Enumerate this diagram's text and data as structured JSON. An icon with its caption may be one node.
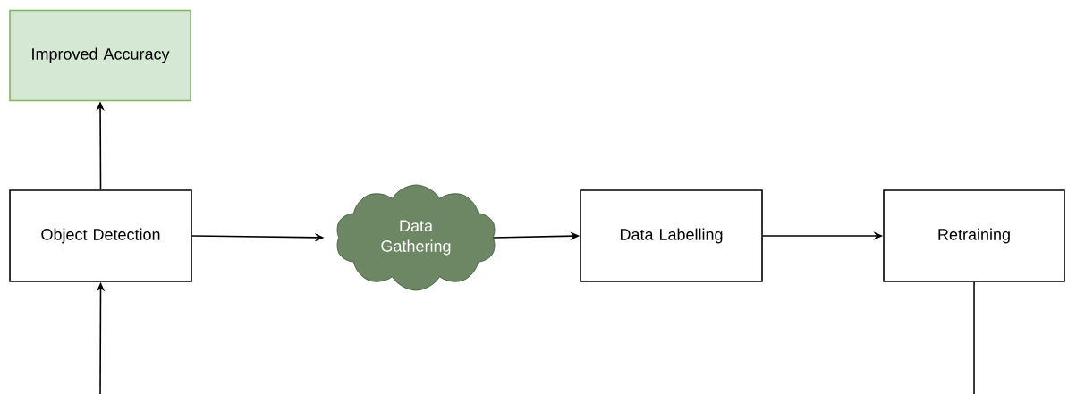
{
  "diagram": {
    "nodes": [
      {
        "text": [
          "Improved Accuracy"
        ]
      },
      {
        "text": [
          "Object Detection"
        ]
      },
      {
        "text": [
          "Data Gathering"
        ]
      },
      {
        "text": [
          "Data Labelling"
        ]
      },
      {
        "text": [
          "Retraining"
        ]
      }
    ],
    "edges": [
      {
        "from": 1,
        "to": 0,
        "arrow": "to"
      },
      {
        "from": 1,
        "to": 2,
        "arrow": "to"
      },
      {
        "from": 2,
        "to": 3,
        "arrow": "to"
      },
      {
        "from": 3,
        "to": 4,
        "arrow": "to"
      },
      {
        "from": null,
        "to": 1,
        "arrow": "to"
      },
      {
        "from": 4,
        "to": null,
        "arrow": "none"
      }
    ]
  }
}
